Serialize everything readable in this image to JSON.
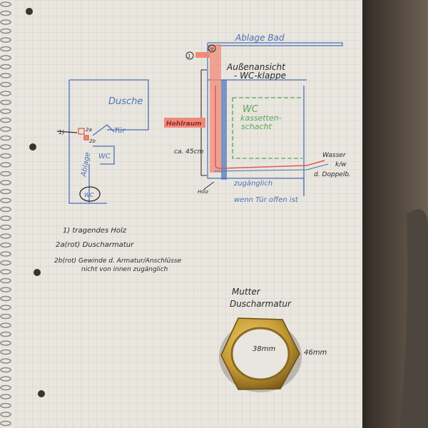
{
  "colors": {
    "paper": "#e9e6df",
    "grid": "#cfcbc2",
    "ink_blue": "#4a72b8",
    "ink_red": "#f08a78",
    "ink_green": "#5aa55a",
    "ink_black": "#2a2a2a",
    "brass": "#c9a13a",
    "desk": "#5e5246"
  },
  "right_sketch": {
    "title": "Ablage Bad",
    "marker_1": "1",
    "marker_2b": "2b",
    "view_label_1": "Außenansicht",
    "view_label_2": "- WC-klappe",
    "cistern_1": "WC",
    "cistern_2": "kassetten-",
    "cistern_3": "schacht",
    "cavity": "Hohlraum",
    "dimension": "ca. 45cm",
    "wood": "Holz",
    "access_1": "zugänglich",
    "access_2": "wenn Tür offen ist",
    "water_1": "Wasser",
    "water_2": "k/w",
    "water_3": "d. Doppelb."
  },
  "left_sketch": {
    "shower": "Dusche",
    "door": "Tür",
    "marker_1": "1)",
    "marker_2a": "2a",
    "marker_2b": "2b",
    "shelf": "Ablage",
    "wc": "WC",
    "wc_circle": "WC"
  },
  "legend": {
    "item_1": "1) tragendes Holz",
    "item_2a": "2a(rot) Duscharmatur",
    "item_2b_1": "2b(rot) Gewinde d. Armatur/Anschlüsse",
    "item_2b_2": "nicht von innen zugänglich"
  },
  "nut": {
    "title_1": "Mutter",
    "title_2": "Duscharmatur",
    "inner_diameter": "38mm",
    "outer_size": "46mm"
  }
}
